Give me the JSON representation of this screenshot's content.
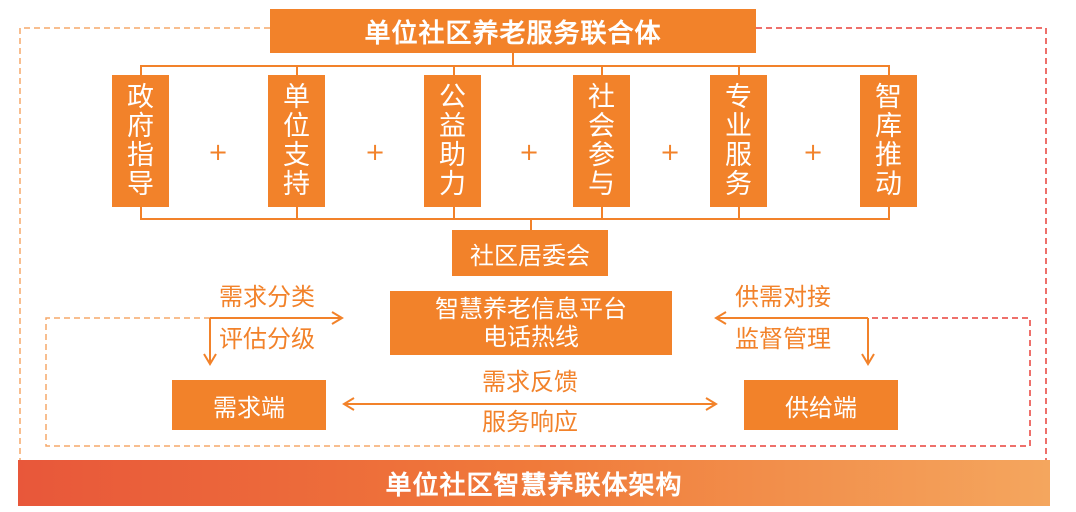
{
  "title": "单位社区养老服务联合体",
  "pillars": [
    {
      "chars": [
        "政",
        "府",
        "指",
        "导"
      ]
    },
    {
      "chars": [
        "单",
        "位",
        "支",
        "持"
      ]
    },
    {
      "chars": [
        "公",
        "益",
        "助",
        "力"
      ]
    },
    {
      "chars": [
        "社",
        "会",
        "参",
        "与"
      ]
    },
    {
      "chars": [
        "专",
        "业",
        "服",
        "务"
      ]
    },
    {
      "chars": [
        "智",
        "库",
        "推",
        "动"
      ]
    }
  ],
  "plus_symbol": "+",
  "community_committee": "社区居委会",
  "platform": {
    "line1": "智慧养老信息平台",
    "line2": "电话热线"
  },
  "left_labels": {
    "top": "需求分类",
    "bottom": "评估分级"
  },
  "right_labels": {
    "top": "供需对接",
    "bottom": "监督管理"
  },
  "demand_end": "需求端",
  "supply_end": "供给端",
  "middle_labels": {
    "top": "需求反馈",
    "bottom": "服务响应"
  },
  "footer": "单位社区智慧养联体架构",
  "colors": {
    "orange": "#f2822a",
    "dashed_orange": "#f5a86a",
    "dashed_red": "#e8413a"
  }
}
